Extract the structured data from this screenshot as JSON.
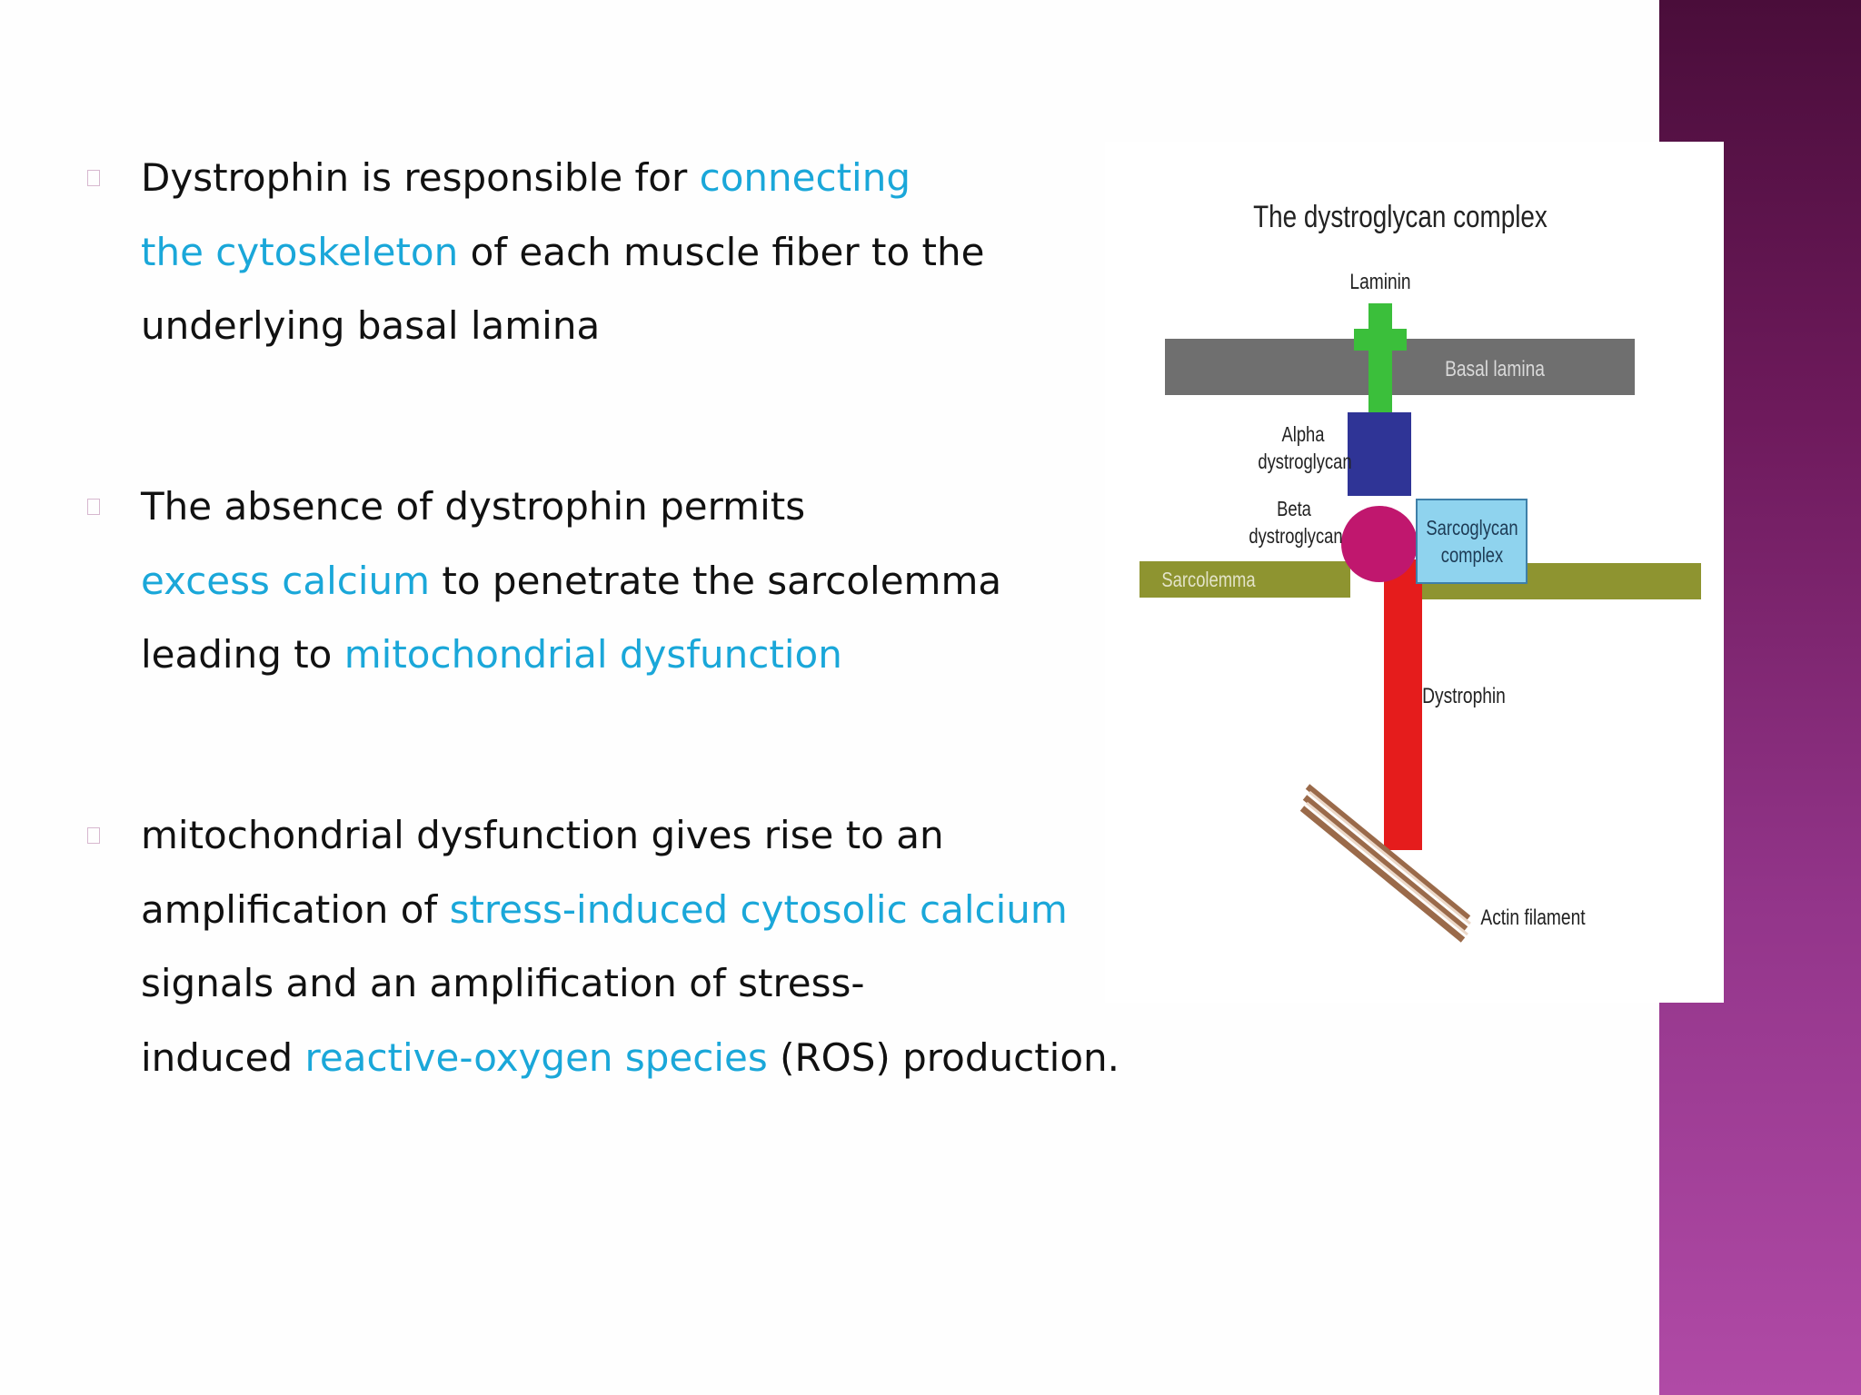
{
  "bullets": [
    {
      "lines": [
        [
          {
            "t": "Dystrophin is responsible for ",
            "hl": false
          },
          {
            "t": "connecting",
            "hl": true
          }
        ],
        [
          {
            "t": "the cytoskeleton",
            "hl": true
          },
          {
            "t": " of each muscle fiber to the",
            "hl": false
          }
        ],
        [
          {
            "t": "underlying basal lamina",
            "hl": false
          }
        ]
      ]
    },
    {
      "lines": [
        [
          {
            "t": "The absence of dystrophin permits",
            "hl": false
          }
        ],
        [
          {
            "t": "excess calcium",
            "hl": true
          },
          {
            "t": " to penetrate the sarcolemma",
            "hl": false
          }
        ],
        [
          {
            "t": "leading to ",
            "hl": false
          },
          {
            "t": "mitochondrial dysfunction",
            "hl": true
          }
        ]
      ]
    },
    {
      "lines": [
        [
          {
            "t": "mitochondrial dysfunction gives rise to an",
            "hl": false
          }
        ],
        [
          {
            "t": "amplification of ",
            "hl": false
          },
          {
            "t": "stress-induced cytosolic calcium",
            "hl": true
          }
        ],
        [
          {
            "t": "signals and an amplification of stress-",
            "hl": false
          }
        ],
        [
          {
            "t": "induced ",
            "hl": false
          },
          {
            "t": "reactive-oxygen species",
            "hl": true
          },
          {
            "t": " (ROS) production.",
            "hl": false
          }
        ]
      ]
    }
  ],
  "figure": {
    "title": "The dystroglycan complex",
    "labels": {
      "laminin": "Laminin",
      "basal_lamina": "Basal lamina",
      "alpha_line1": "Alpha",
      "alpha_line2": "dystroglycan",
      "beta_line1": "Beta",
      "beta_line2": "dystroglycan",
      "sarcoglycan_line1": "Sarcoglycan",
      "sarcoglycan_line2": "complex",
      "sarcolemma": "Sarcolemma",
      "dystrophin": "Dystrophin",
      "actin": "Actin filament"
    },
    "colors": {
      "basal_lamina": "#6f6f6f",
      "laminin": "#3bbf3b",
      "alpha": "#2f3496",
      "beta": "#c0176e",
      "sarcoglycan": "#8fd3ee",
      "sarcolemma": "#8e9430",
      "dystrophin": "#e51c1c",
      "actin": "#9a6a4a"
    }
  },
  "theme": {
    "text": "#111111",
    "highlight": "#1aa7d9",
    "band_top": "#4a0d3a",
    "band_bottom": "#b04aa6"
  }
}
